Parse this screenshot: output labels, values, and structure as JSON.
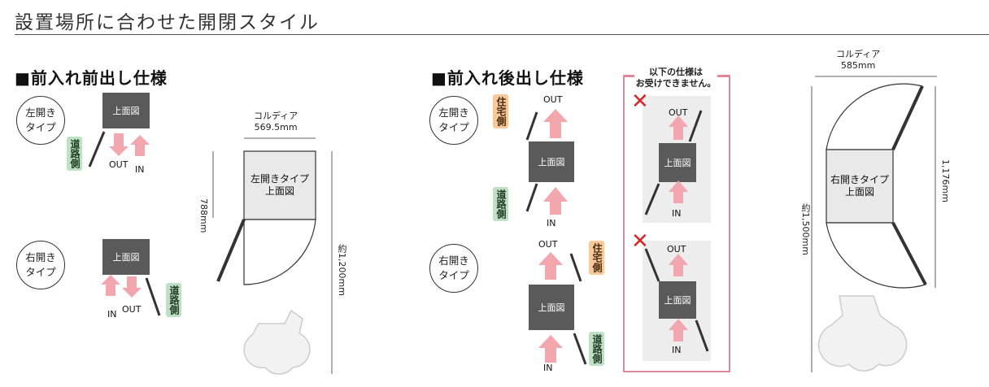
{
  "page": {
    "title": "設置場所に合わせた開閉スタイル"
  },
  "front_front": {
    "heading": "■前入れ前出し仕様",
    "left_type": {
      "circle": "左開き\nタイプ",
      "box": "上面図",
      "road": "道路側",
      "out": "OUT",
      "in": "IN"
    },
    "right_type": {
      "circle": "右開き\nタイプ",
      "box": "上面図",
      "road": "道路側",
      "out": "OUT",
      "in": "IN"
    },
    "plan": {
      "width_label": "コルディア\n569.5mm",
      "box_label": "左開きタイプ\n上面図",
      "depth_label": "788mm",
      "total_label": "約1,200mm"
    }
  },
  "front_back": {
    "heading": "■前入れ後出し仕様",
    "left_type": {
      "circle": "左開き\nタイプ",
      "box": "上面図",
      "residence": "住宅側",
      "road": "道路側",
      "out": "OUT",
      "in": "IN"
    },
    "right_type": {
      "circle": "右開き\nタイプ",
      "box": "上面図",
      "residence": "住宅側",
      "road": "道路側",
      "out": "OUT",
      "in": "IN"
    },
    "not_accepted": {
      "note": "以下の仕様は\nお受けできません。",
      "box1": "上面図",
      "box2": "上面図",
      "out": "OUT",
      "in": "IN",
      "mark": "✕"
    }
  },
  "right_plan": {
    "width_label": "コルディア\n585mm",
    "box_label": "右開きタイプ\n上面図",
    "depth_label": "1,176mm",
    "total_label": "約1,500mm"
  },
  "colors": {
    "box": "#5a5a5a",
    "arrow": "#f2a6ad",
    "red_x": "#d62828",
    "frame": "#e2879b",
    "green_tag": "#bfe0c4",
    "orange_tag": "#f7c99b"
  }
}
